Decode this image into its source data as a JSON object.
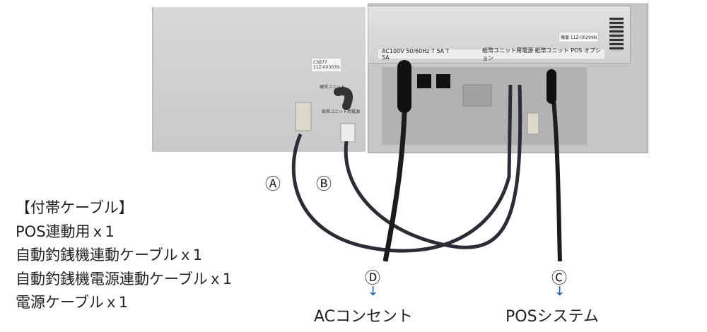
{
  "device_labels": {
    "power_strip": "AC100V 50/60Hz  T 5A  T 5A",
    "port_strip": "紙幣ユニット用電源  紙幣ユニット  POS  オプション",
    "left_model": "CSB77",
    "left_serial": "11Z-00307N",
    "coin_unit_label": "硬貨ユニット",
    "bill_power_label": "紙幣ユニット用電源",
    "right_serial": "機番 11Z-00299N"
  },
  "callouts": {
    "a": "Ⓐ",
    "b": "Ⓑ",
    "c": "Ⓒ",
    "d": "Ⓓ",
    "arrow": "↓",
    "ac_outlet": "ACコンセント",
    "pos_system": "POSシステム"
  },
  "legend": {
    "title": "【付帯ケーブル】",
    "items": [
      "POS連動用ｘ1",
      "自動釣銭機連動ケーブルｘ1",
      "自動釣銭機電源連動ケーブルｘ1",
      "電源ケーブルｘ1"
    ]
  }
}
